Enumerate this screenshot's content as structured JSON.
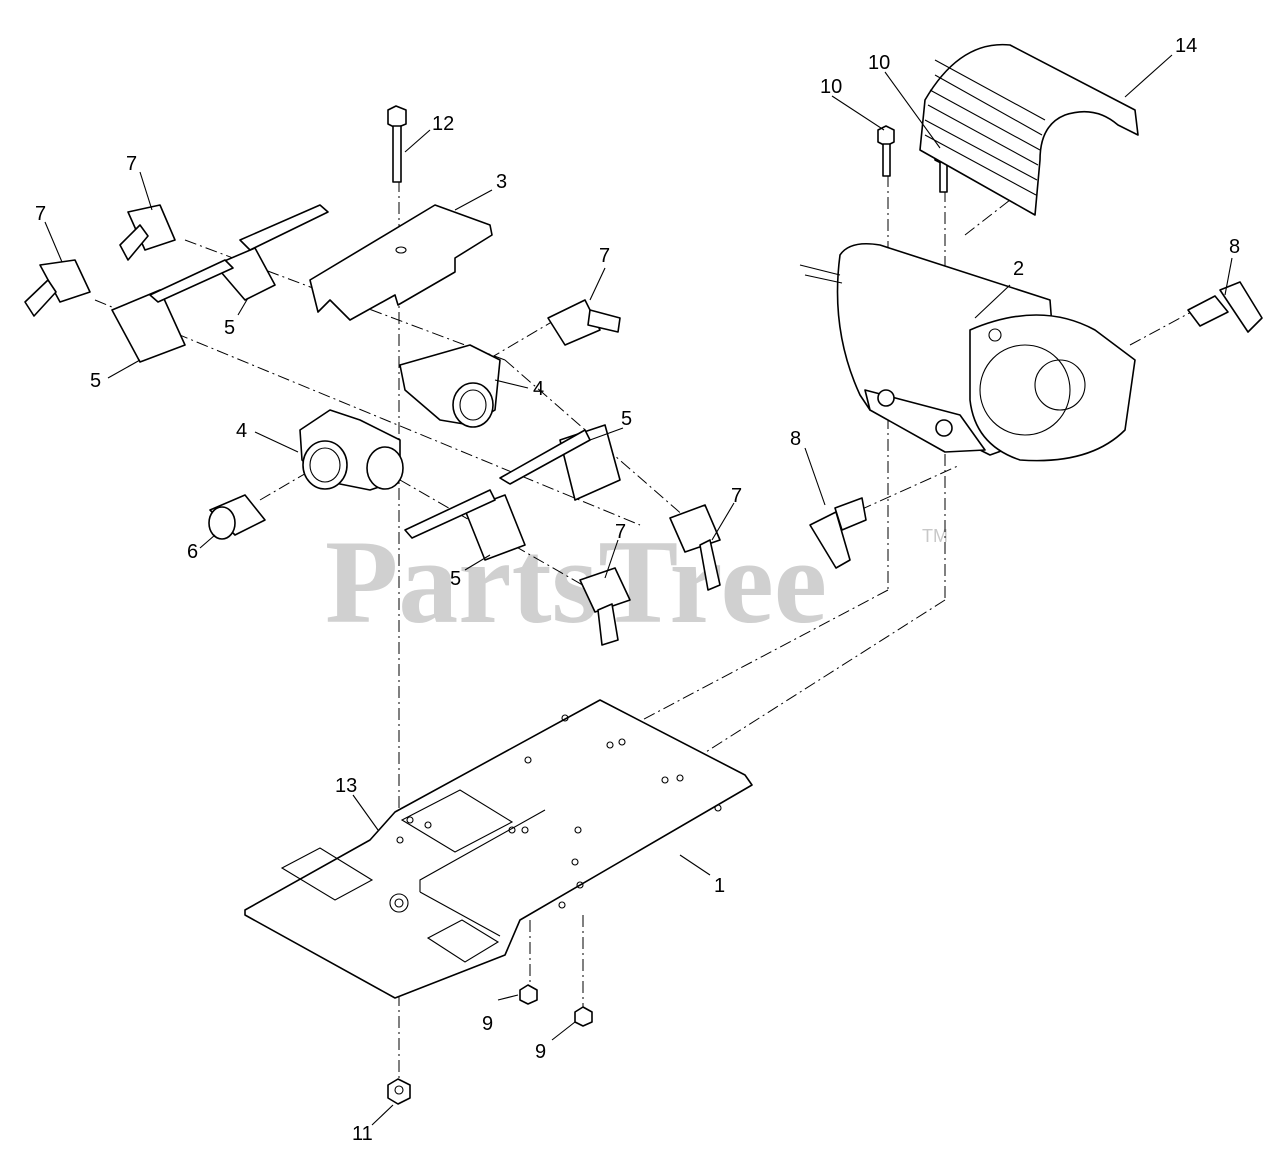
{
  "watermark": {
    "text": "PartsTree",
    "trademark": "TM"
  },
  "callouts": {
    "c1": "1",
    "c2": "2",
    "c3": "3",
    "c4a": "4",
    "c4b": "4",
    "c5a": "5",
    "c5b": "5",
    "c5c": "5",
    "c5d": "5",
    "c6": "6",
    "c7a": "7",
    "c7b": "7",
    "c7c": "7",
    "c7d": "7",
    "c7e": "7",
    "c8a": "8",
    "c8b": "8",
    "c9a": "9",
    "c9b": "9",
    "c10a": "10",
    "c10b": "10",
    "c11": "11",
    "c12": "12",
    "c13": "13",
    "c14": "14"
  }
}
